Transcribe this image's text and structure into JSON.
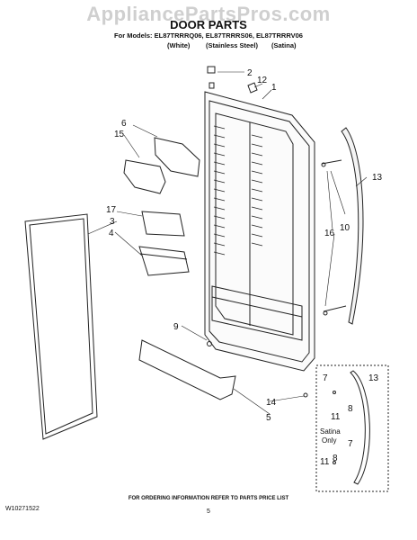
{
  "watermark": "AppliancePartsPros.com",
  "title": "DOOR PARTS",
  "models_line": "For Models: EL87TRRRQ06, EL87TRRRS06, EL87TRRRV06",
  "variants": [
    "(White)",
    "(Stainless Steel)",
    "(Satina)"
  ],
  "callouts": {
    "c1": "1",
    "c2": "2",
    "c3": "3",
    "c4": "4",
    "c5": "5",
    "c6": "6",
    "c7a": "7",
    "c7b": "7",
    "c8a": "8",
    "c8b": "8",
    "c9": "9",
    "c10": "10",
    "c11a": "11",
    "c11b": "11",
    "c12": "12",
    "c13a": "13",
    "c13b": "13",
    "c14": "14",
    "c15": "15",
    "c16": "16",
    "c17": "17"
  },
  "satina_label": [
    "Satina",
    "Only"
  ],
  "footer_note": "FOR ORDERING INFORMATION REFER TO PARTS PRICE LIST",
  "doc_number": "W10271522",
  "page_number": "5"
}
